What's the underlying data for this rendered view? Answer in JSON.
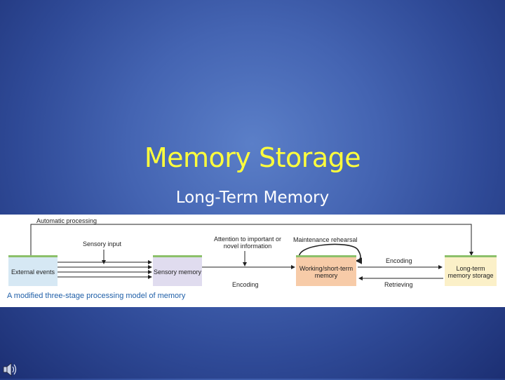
{
  "slide": {
    "title": "Memory Storage",
    "subtitle": "Long-Term Memory"
  },
  "diagram": {
    "automatic_processing": "Automatic processing",
    "sensory_input": "Sensory input",
    "attention": "Attention to important or novel information",
    "maintenance_rehearsal": "Maintenance rehearsal",
    "encoding_upper": "Encoding",
    "encoding_lower": "Encoding",
    "retrieving": "Retrieving",
    "boxes": {
      "external_events": "External events",
      "sensory_memory": "Sensory memory",
      "working_memory": "Working/short-term memory",
      "long_term_storage": "Long-term memory storage"
    },
    "caption": "A modified three-stage processing model of memory"
  },
  "colors": {
    "title": "#ffff3c",
    "box_blue": "#d6e8f4",
    "box_lavender": "#e0dcef",
    "box_orange": "#f7cba8",
    "box_yellow": "#fbf0c8",
    "box_top_bar": "#8cc06a"
  },
  "icons": [
    "speaker-icon"
  ]
}
